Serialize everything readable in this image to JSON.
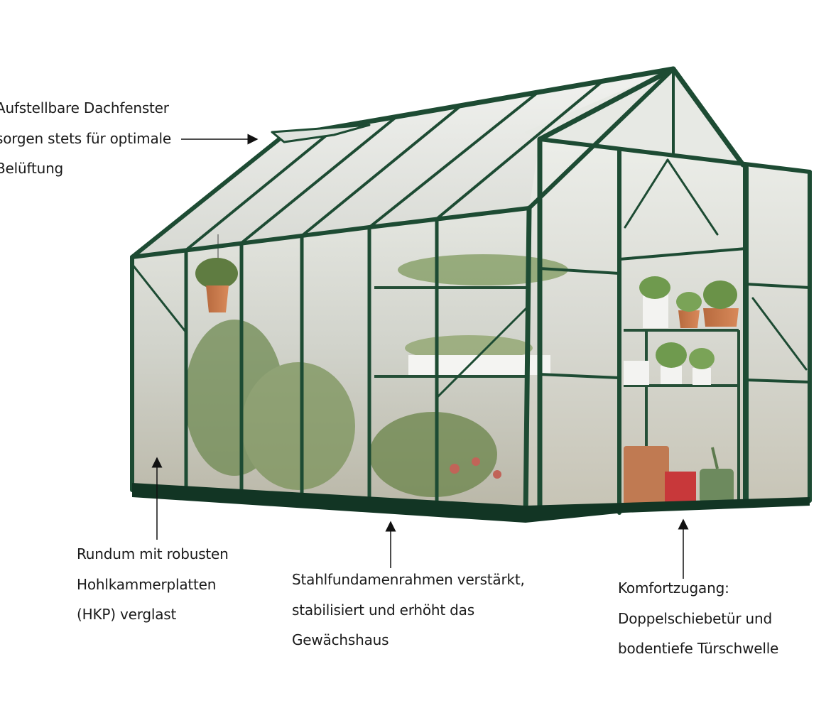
{
  "callouts": {
    "roof_vent": {
      "lines": [
        "Aufstellbare Dachfenster",
        "sorgen stets für optimale",
        "Belüftung"
      ]
    },
    "panels": {
      "lines": [
        "Rundum mit robusten",
        "Hohlkammerplatten",
        "(HKP) verglast"
      ]
    },
    "foundation": {
      "lines": [
        "Stahlfundamenrahmen verstärkt,",
        "stabilisiert und erhöht das",
        "Gewächshaus"
      ]
    },
    "door": {
      "lines": [
        "Komfortzugang:",
        "Doppelschiebetür und",
        "bodentiefe Türschwelle"
      ]
    }
  },
  "colors": {
    "frame": "#1d4b33",
    "frame_dark": "#123524",
    "glass": "#c9ccc4",
    "text": "#1a1a1a",
    "arrow": "#111111"
  }
}
